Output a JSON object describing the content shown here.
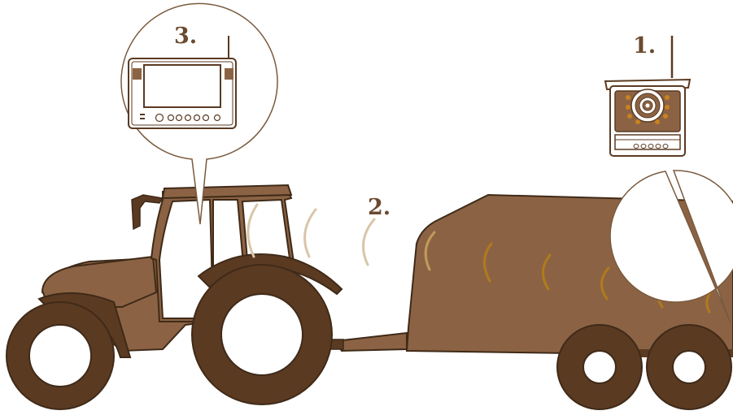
{
  "labels": {
    "camera": "1.",
    "signal": "2.",
    "monitor": "3."
  },
  "colors": {
    "vehicle_body": "#8b6344",
    "vehicle_dark": "#5b3a22",
    "outline": "#3f2a18",
    "label_text": "#6b4a2e",
    "signal_light": "#d9c6a8",
    "signal_dark": "#b07a1e",
    "callout_stroke": "#7a5a3e",
    "device_frame": "#8b6344",
    "device_screen": "#ffffff",
    "camera_led": "#c9821f"
  },
  "icons": {
    "tractor": "tractor-illustration",
    "baler": "baler-trailer-illustration",
    "monitor": "wireless-monitor-icon",
    "camera": "wireless-camera-icon",
    "signal": "wireless-signal-waves-icon"
  }
}
